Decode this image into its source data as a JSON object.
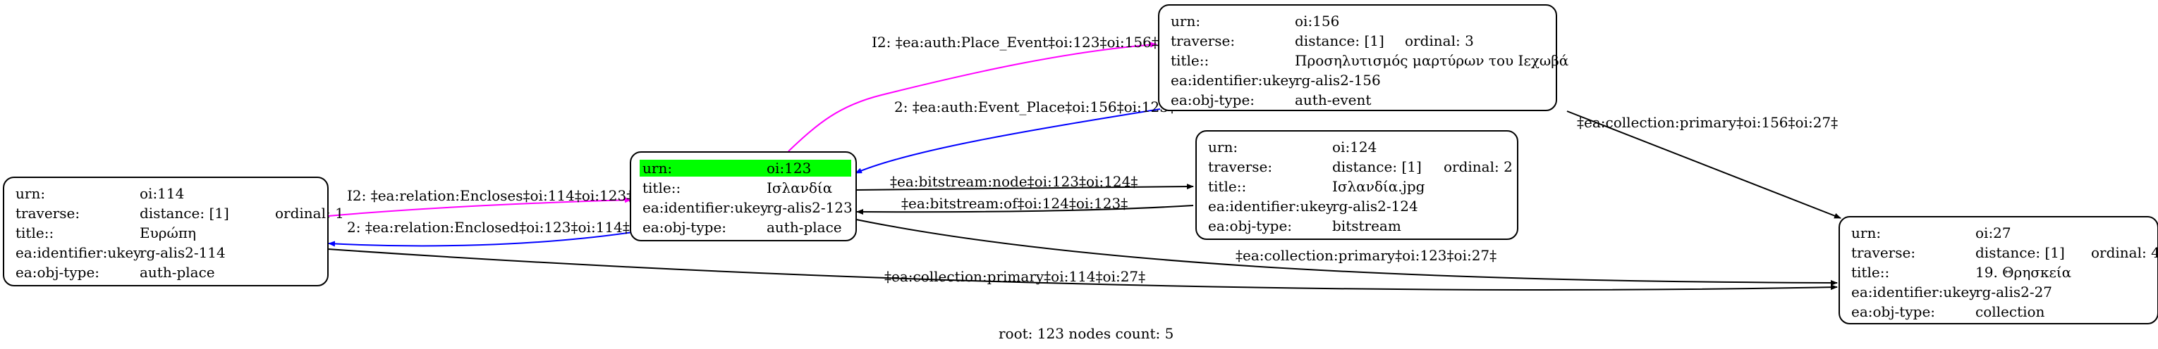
{
  "nodes": {
    "oi114": {
      "rows": [
        {
          "key": "urn:",
          "val": "oi:114"
        },
        {
          "key": "traverse:",
          "val": "distance: [1]",
          "extra": "ordinal: 1"
        },
        {
          "key": "title::",
          "val": "Ευρώπη"
        },
        {
          "key": "ea:identifier:ukey",
          "val": "rg-alis2-114"
        },
        {
          "key": "ea:obj-type:",
          "val": "auth-place"
        }
      ]
    },
    "oi123": {
      "rows": [
        {
          "key": "urn:",
          "val": "oi:123"
        },
        {
          "key": "title::",
          "val": "Ισλανδία"
        },
        {
          "key": "ea:identifier:ukey",
          "val": "rg-alis2-123"
        },
        {
          "key": "ea:obj-type:",
          "val": "auth-place"
        }
      ]
    },
    "oi156": {
      "rows": [
        {
          "key": "urn:",
          "val": "oi:156"
        },
        {
          "key": "traverse:",
          "val": "distance: [1]",
          "extra": "ordinal: 3"
        },
        {
          "key": "title::",
          "val": "Προσηλυτισμός μαρτύρων του Ιεχωβά"
        },
        {
          "key": "ea:identifier:ukey",
          "val": "rg-alis2-156"
        },
        {
          "key": "ea:obj-type:",
          "val": "auth-event"
        }
      ]
    },
    "oi124": {
      "rows": [
        {
          "key": "urn:",
          "val": "oi:124"
        },
        {
          "key": "traverse:",
          "val": "distance: [1]",
          "extra": "ordinal: 2"
        },
        {
          "key": "title::",
          "val": "Ισλανδία.jpg"
        },
        {
          "key": "ea:identifier:ukey",
          "val": "rg-alis2-124"
        },
        {
          "key": "ea:obj-type:",
          "val": "bitstream"
        }
      ]
    },
    "oi27": {
      "rows": [
        {
          "key": "urn:",
          "val": "oi:27"
        },
        {
          "key": "traverse:",
          "val": "distance: [1]",
          "extra": "ordinal: 4"
        },
        {
          "key": "title::",
          "val": "19. Θρησκεία"
        },
        {
          "key": "ea:identifier:ukey",
          "val": "rg-alis2-27"
        },
        {
          "key": "ea:obj-type:",
          "val": "collection"
        }
      ]
    }
  },
  "edges": {
    "encloses": "I2: ‡ea:relation:Encloses‡oi:114‡oi:123‡",
    "enclosed": "2: ‡ea:relation:Enclosed‡oi:123‡oi:114‡",
    "place_event": "I2: ‡ea:auth:Place_Event‡oi:123‡oi:156‡",
    "event_place": "2: ‡ea:auth:Event_Place‡oi:156‡oi:123‡",
    "bitstream_node": "‡ea:bitstream:node‡oi:123‡oi:124‡",
    "bitstream_of": "‡ea:bitstream:of‡oi:124‡oi:123‡",
    "coll_156": "‡ea:collection:primary‡oi:156‡oi:27‡",
    "coll_123": "‡ea:collection:primary‡oi:123‡oi:27‡",
    "coll_114": "‡ea:collection:primary‡oi:114‡oi:27‡"
  },
  "colors": {
    "highlight": "#00ff00",
    "magenta": "#ff00ff",
    "blue": "#0000ff",
    "black": "#000000"
  },
  "footer": "root: 123 nodes count: 5"
}
